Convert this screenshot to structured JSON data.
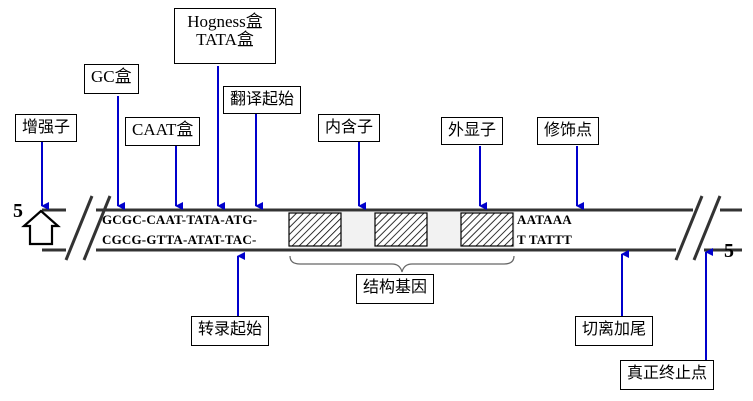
{
  "labels": {
    "enhancer": "增强子",
    "gc_box": "GC盒",
    "caat_box": "CAAT盒",
    "hogness_line1": "Hogness盒",
    "hogness_line2": "TATA盒",
    "translation_start": "翻译起始",
    "intron": "内含子",
    "exon": "外显子",
    "modification_site": "修饰点",
    "structural_gene": "结构基因",
    "transcription_start": "转录起始",
    "cleavage_tailing": "切离加尾",
    "true_termination": "真正终止点"
  },
  "sequences": {
    "top_left": "GCGC-CAAT-TATA-ATG-",
    "bottom_left": "CGCG-GTTA-ATAT-TAC-",
    "top_right": "AATAAA",
    "bottom_right": "T TATTT"
  },
  "ends": {
    "left": "5",
    "right": "5"
  },
  "colors": {
    "arrow": "#0000cc",
    "strand": "#333333"
  }
}
